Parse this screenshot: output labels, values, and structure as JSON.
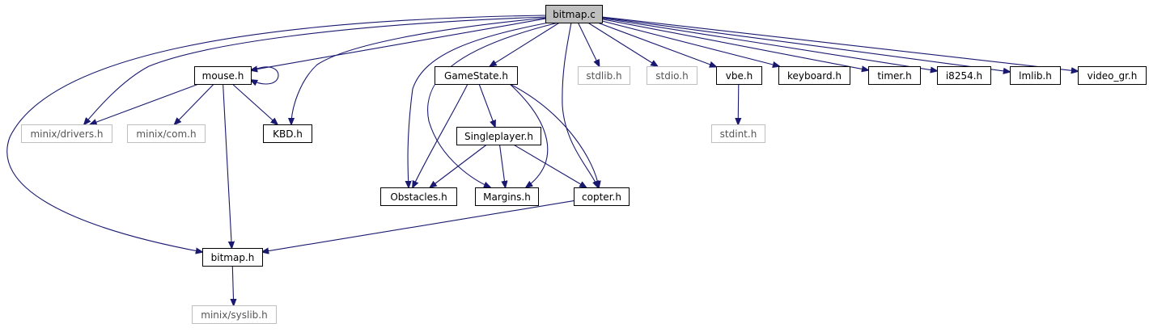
{
  "colors": {
    "edge": "#191970",
    "root_fill": "#bfbfbf",
    "external_border": "#bfbfbf"
  },
  "nodes": [
    {
      "id": "bitmap_c",
      "label": "bitmap.c",
      "kind": "root"
    },
    {
      "id": "mouse_h",
      "label": "mouse.h",
      "kind": "internal"
    },
    {
      "id": "gamestate_h",
      "label": "GameState.h",
      "kind": "internal"
    },
    {
      "id": "stdlib_h",
      "label": "stdlib.h",
      "kind": "external"
    },
    {
      "id": "stdio_h",
      "label": "stdio.h",
      "kind": "external"
    },
    {
      "id": "vbe_h",
      "label": "vbe.h",
      "kind": "internal"
    },
    {
      "id": "keyboard_h",
      "label": "keyboard.h",
      "kind": "internal"
    },
    {
      "id": "timer_h",
      "label": "timer.h",
      "kind": "internal"
    },
    {
      "id": "i8254_h",
      "label": "i8254.h",
      "kind": "internal"
    },
    {
      "id": "lmlib_h",
      "label": "lmlib.h",
      "kind": "internal"
    },
    {
      "id": "video_gr_h",
      "label": "video_gr.h",
      "kind": "internal"
    },
    {
      "id": "minix_drivers_h",
      "label": "minix/drivers.h",
      "kind": "external"
    },
    {
      "id": "minix_com_h",
      "label": "minix/com.h",
      "kind": "external"
    },
    {
      "id": "kbd_h",
      "label": "KBD.h",
      "kind": "internal"
    },
    {
      "id": "singleplayer_h",
      "label": "Singleplayer.h",
      "kind": "internal"
    },
    {
      "id": "stdint_h",
      "label": "stdint.h",
      "kind": "external"
    },
    {
      "id": "obstacles_h",
      "label": "Obstacles.h",
      "kind": "internal"
    },
    {
      "id": "margins_h",
      "label": "Margins.h",
      "kind": "internal"
    },
    {
      "id": "copter_h",
      "label": "copter.h",
      "kind": "internal"
    },
    {
      "id": "bitmap_h",
      "label": "bitmap.h",
      "kind": "internal"
    },
    {
      "id": "minix_syslib_h",
      "label": "minix/syslib.h",
      "kind": "external"
    }
  ],
  "edges": [
    {
      "from": "bitmap_c",
      "to": "mouse_h"
    },
    {
      "from": "bitmap_c",
      "to": "gamestate_h"
    },
    {
      "from": "bitmap_c",
      "to": "stdlib_h"
    },
    {
      "from": "bitmap_c",
      "to": "stdio_h"
    },
    {
      "from": "bitmap_c",
      "to": "vbe_h"
    },
    {
      "from": "bitmap_c",
      "to": "keyboard_h"
    },
    {
      "from": "bitmap_c",
      "to": "timer_h"
    },
    {
      "from": "bitmap_c",
      "to": "i8254_h"
    },
    {
      "from": "bitmap_c",
      "to": "lmlib_h"
    },
    {
      "from": "bitmap_c",
      "to": "video_gr_h"
    },
    {
      "from": "bitmap_c",
      "to": "minix_drivers_h"
    },
    {
      "from": "bitmap_c",
      "to": "kbd_h"
    },
    {
      "from": "bitmap_c",
      "to": "obstacles_h"
    },
    {
      "from": "bitmap_c",
      "to": "margins_h"
    },
    {
      "from": "bitmap_c",
      "to": "copter_h"
    },
    {
      "from": "bitmap_c",
      "to": "bitmap_h"
    },
    {
      "from": "mouse_h",
      "to": "mouse_h"
    },
    {
      "from": "mouse_h",
      "to": "minix_drivers_h"
    },
    {
      "from": "mouse_h",
      "to": "minix_com_h"
    },
    {
      "from": "mouse_h",
      "to": "kbd_h"
    },
    {
      "from": "mouse_h",
      "to": "bitmap_h"
    },
    {
      "from": "gamestate_h",
      "to": "singleplayer_h"
    },
    {
      "from": "gamestate_h",
      "to": "obstacles_h"
    },
    {
      "from": "gamestate_h",
      "to": "margins_h"
    },
    {
      "from": "gamestate_h",
      "to": "copter_h"
    },
    {
      "from": "singleplayer_h",
      "to": "obstacles_h"
    },
    {
      "from": "singleplayer_h",
      "to": "margins_h"
    },
    {
      "from": "singleplayer_h",
      "to": "copter_h"
    },
    {
      "from": "vbe_h",
      "to": "stdint_h"
    },
    {
      "from": "copter_h",
      "to": "bitmap_h"
    },
    {
      "from": "bitmap_h",
      "to": "minix_syslib_h"
    }
  ]
}
